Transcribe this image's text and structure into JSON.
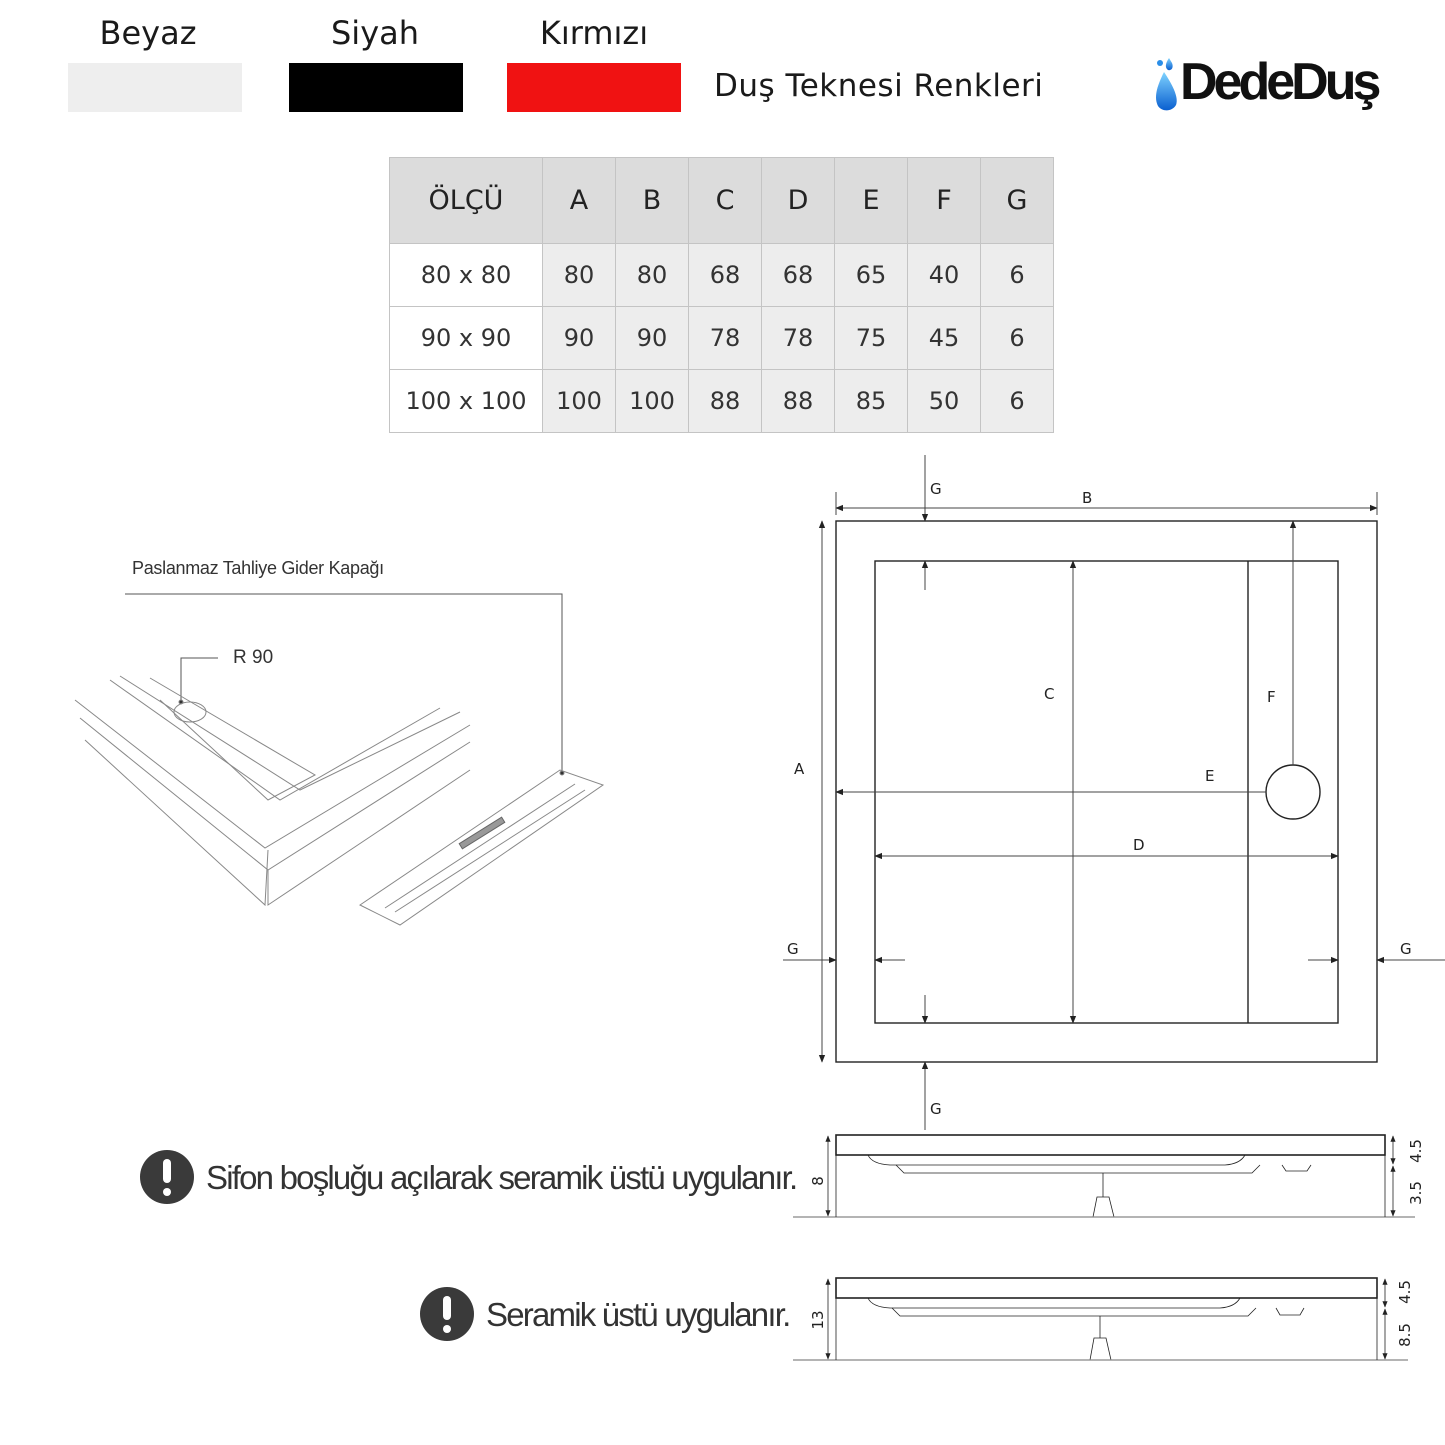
{
  "colors": {
    "title": "Duş Teknesi Renkleri",
    "items": [
      {
        "label": "Beyaz",
        "hex": "#eeeeee"
      },
      {
        "label": "Siyah",
        "hex": "#000000"
      },
      {
        "label": "Kırmızı",
        "hex": "#f01212"
      }
    ]
  },
  "brand": {
    "logo_text": "DedeDuş"
  },
  "table": {
    "headers": [
      "ÖLÇÜ",
      "A",
      "B",
      "C",
      "D",
      "E",
      "F",
      "G"
    ],
    "rows": [
      [
        "80 x 80",
        "80",
        "80",
        "68",
        "68",
        "65",
        "40",
        "6"
      ],
      [
        "90 x 90",
        "90",
        "90",
        "78",
        "78",
        "75",
        "45",
        "6"
      ],
      [
        "100 x 100",
        "100",
        "100",
        "88",
        "88",
        "85",
        "50",
        "6"
      ]
    ]
  },
  "detail": {
    "drain_cover_label": "Paslanmaz Tahliye Gider Kapağı",
    "radius_label": "R 90"
  },
  "plan": {
    "labels": {
      "A": "A",
      "B": "B",
      "C": "C",
      "D": "D",
      "E": "E",
      "F": "F",
      "G": "G"
    }
  },
  "sections": [
    {
      "note": "Sifon boşluğu açılarak seramik üstü uygulanır.",
      "total": "8",
      "top": "4.5",
      "bottom": "3.5"
    },
    {
      "note": "Seramik üstü uygulanır.",
      "total": "13",
      "top": "4.5",
      "bottom": "8.5"
    }
  ]
}
